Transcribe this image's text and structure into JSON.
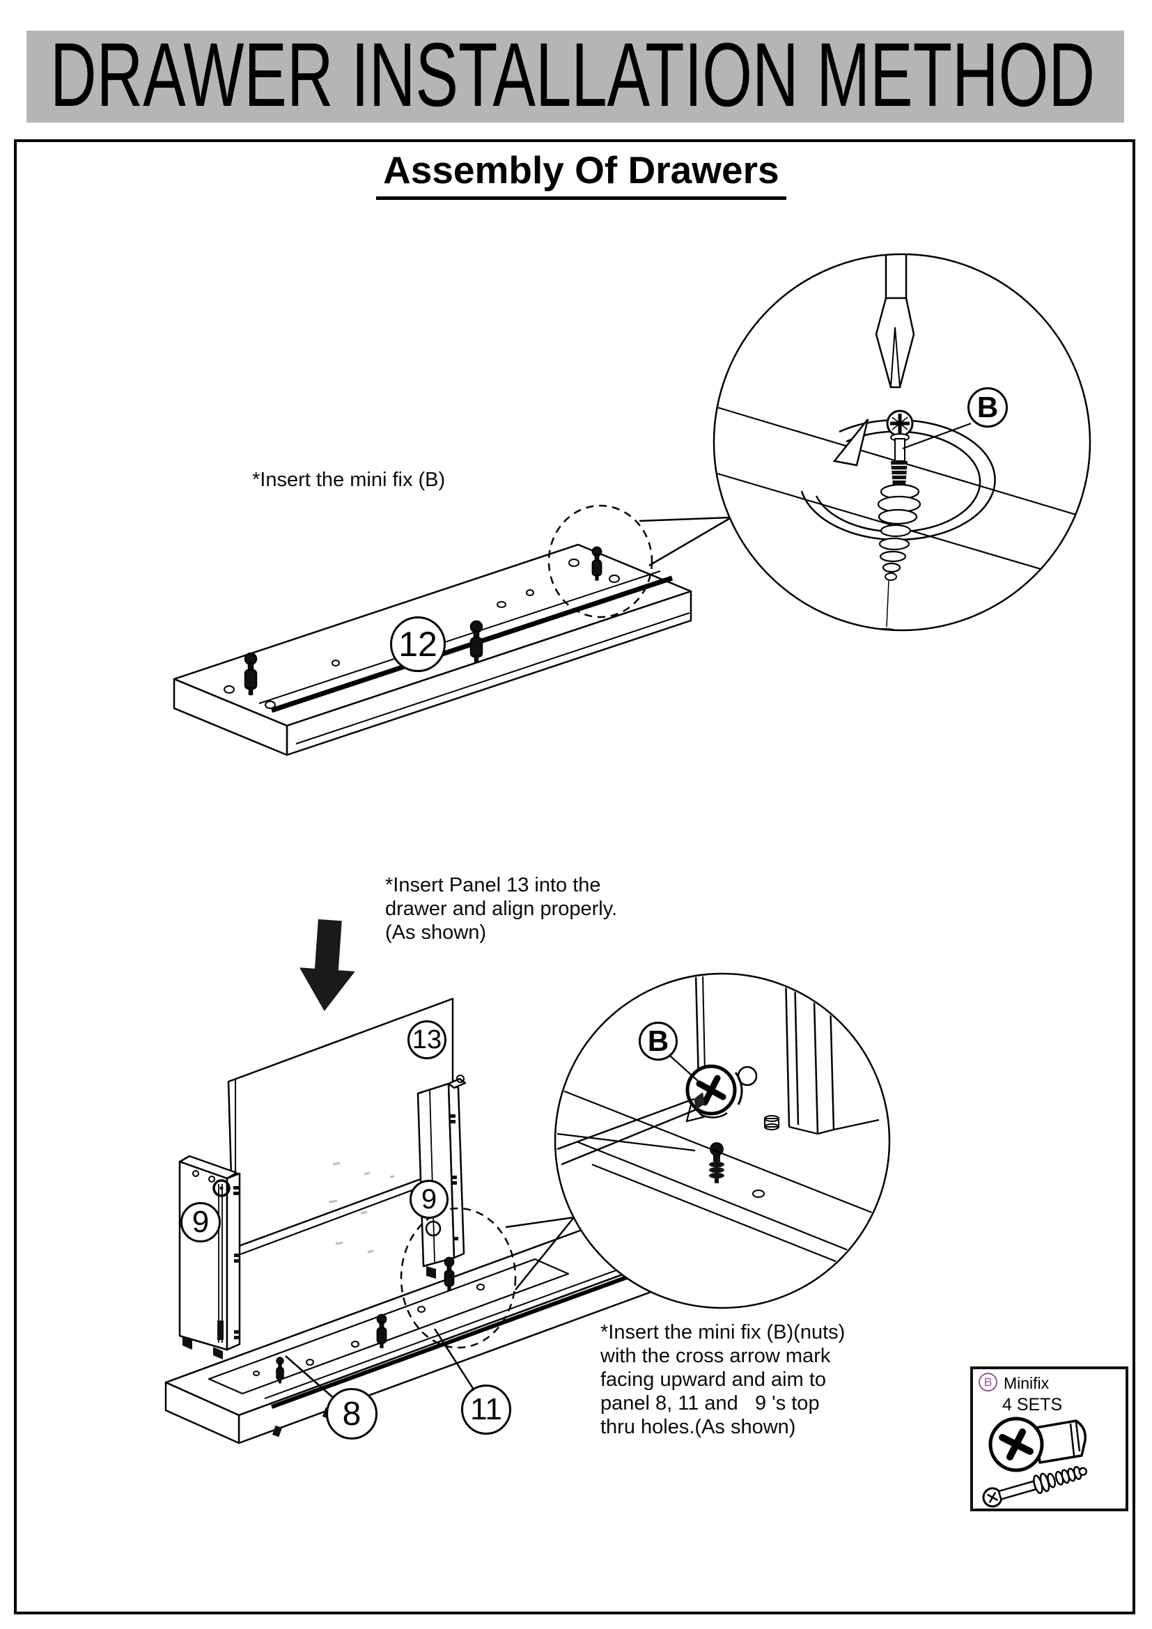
{
  "banner": {
    "title": "DRAWER INSTALLATION METHOD",
    "bg_color": "#b5b5b5"
  },
  "heading": {
    "title": "Assembly Of Drawers"
  },
  "step1": {
    "note": "*Insert the mini fix (B)",
    "panel12_label": "12",
    "fitting_label": "B"
  },
  "step2": {
    "note_lines": [
      "*Insert Panel 13 into the",
      "drawer and align properly.",
      "(As shown)"
    ],
    "note2_lines": [
      "*Insert the mini fix (B)(nuts)",
      "with the cross arrow mark",
      "facing upward and aim to",
      "panel 8, 11 and   9 's top",
      "thru holes.(As shown)"
    ],
    "panel13_label": "13",
    "panel9_left_label": "9",
    "panel9_right_label": "9",
    "panel8_label": "8",
    "panel11_label": "11",
    "fitting_label": "B"
  },
  "parts_box": {
    "fitting_letter": "B",
    "fitting_name": "Minifix",
    "quantity": "4 SETS",
    "accent_color": "#9c4f9c"
  }
}
